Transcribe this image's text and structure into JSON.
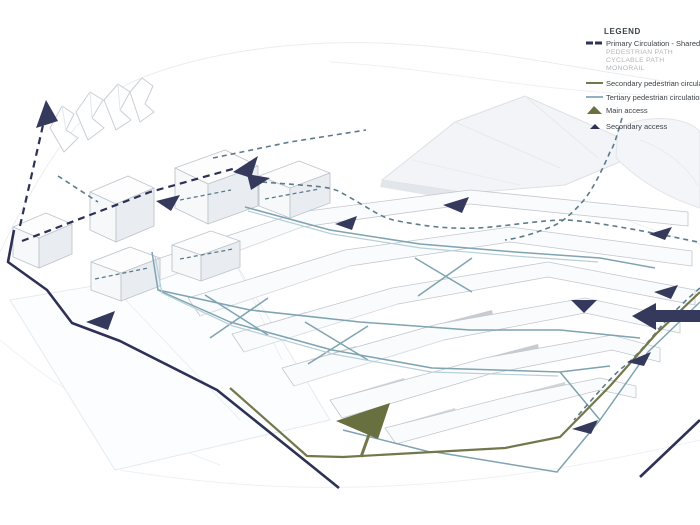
{
  "legend": {
    "title": "LEGEND",
    "items": [
      {
        "label": "Primary Circulation - Shared surface",
        "sublabels": [
          "PEDESTRIAN PATH",
          "CYCLABLE PATH",
          "MONORAIL"
        ],
        "color": "#2d3156",
        "swatch": "thick-dashed-line"
      },
      {
        "label": "Secondary pedestrian circulation",
        "color": "#73774a",
        "swatch": "line"
      },
      {
        "label": "Tertiary pedestrian circulation",
        "color": "#8fb3c0",
        "swatch": "line"
      },
      {
        "label": "Main access",
        "color": "#6b7040",
        "swatch": "triangle-large"
      },
      {
        "label": "Secondary access",
        "color": "#2d3156",
        "swatch": "triangle-small"
      }
    ]
  },
  "colors": {
    "primary": "#2d3156",
    "secondary": "#73774a",
    "tertiary": "#7ea3b1",
    "tertiary_light": "#b7cfd8",
    "dashed_guide": "#5d7b8a",
    "navy_arrow_fill": "#353a5c",
    "olive_arrow_fill": "#687040"
  }
}
